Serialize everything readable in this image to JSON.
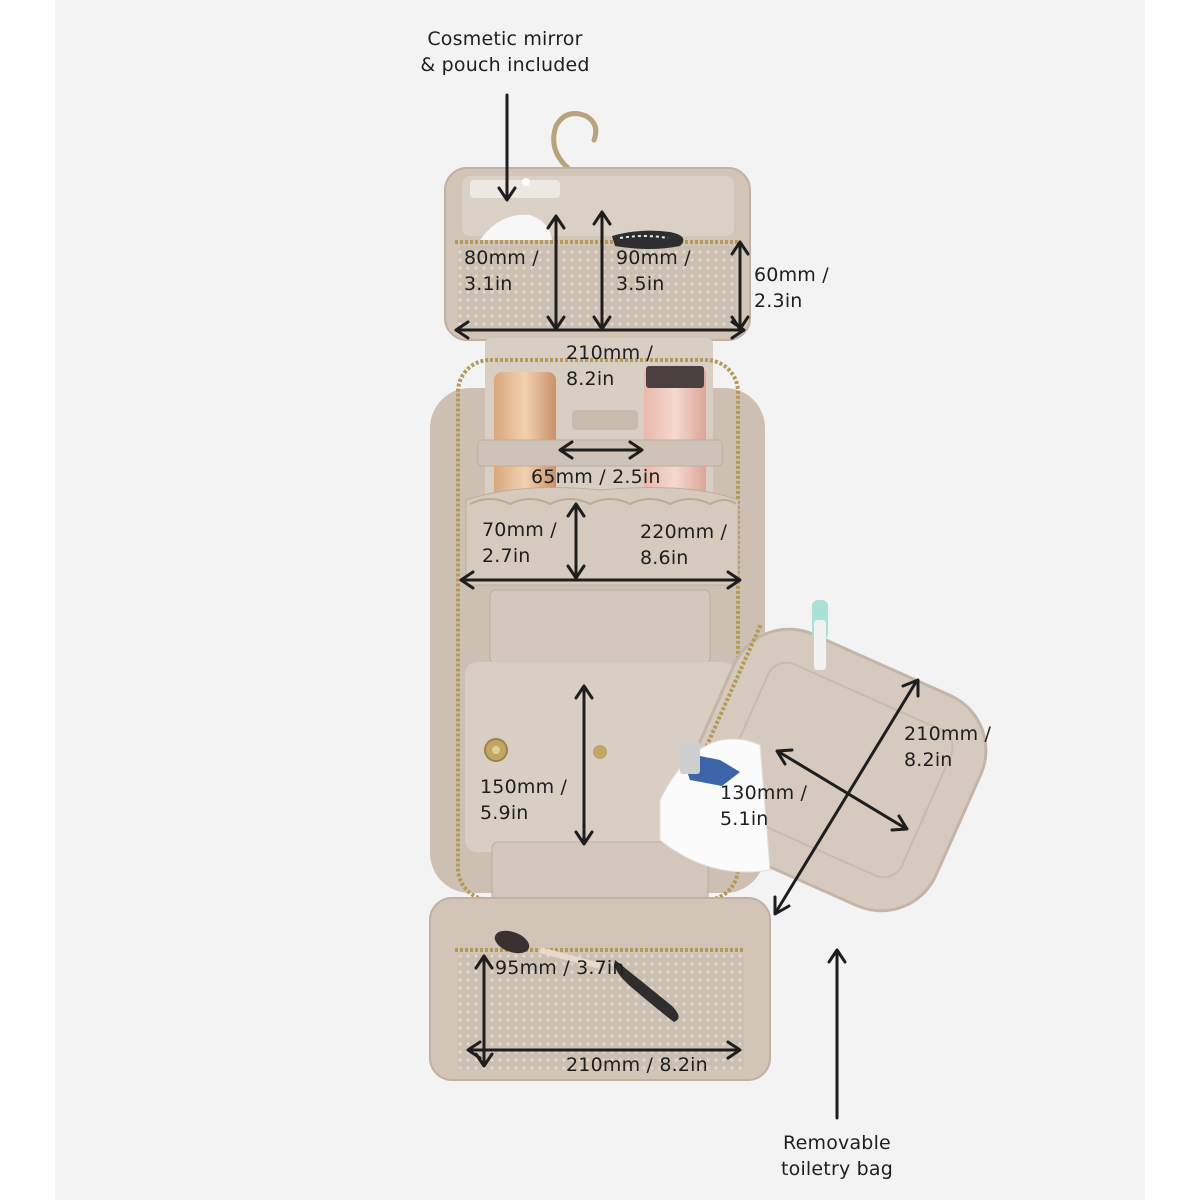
{
  "callouts": {
    "mirror": {
      "line1": "Cosmetic mirror",
      "line2": "& pouch included"
    },
    "removable": {
      "line1": "Removable",
      "line2": "toiletry bag"
    }
  },
  "dimensions": {
    "top_height_left": {
      "line1": "80mm /",
      "line2": "3.1in"
    },
    "top_height_mid": {
      "line1": "90mm /",
      "line2": "3.5in"
    },
    "top_height_right": {
      "line1": "60mm /",
      "line2": "2.3in"
    },
    "top_width": {
      "line1": "210mm /",
      "line2": "8.2in"
    },
    "strap_width": {
      "line1": "65mm / 2.5in"
    },
    "pocket_height": {
      "line1": "70mm /",
      "line2": "2.7in"
    },
    "pocket_width": {
      "line1": "220mm /",
      "line2": "8.6in"
    },
    "main_height": {
      "line1": "150mm /",
      "line2": "5.9in"
    },
    "bag_width": {
      "line1": "210mm /",
      "line2": "8.2in"
    },
    "bag_height": {
      "line1": "130mm /",
      "line2": "5.1in"
    },
    "bottom_height": {
      "line1": "95mm / 3.7in"
    },
    "bottom_width": {
      "line1": "210mm / 8.2in"
    }
  },
  "colors": {
    "background": "#f3f3f3",
    "fabric": "#d2c5b8",
    "lining": "#d9cec4",
    "mesh": "#c9bcae",
    "zipper": "#b49a5a",
    "arrow": "#1e1e1e"
  }
}
